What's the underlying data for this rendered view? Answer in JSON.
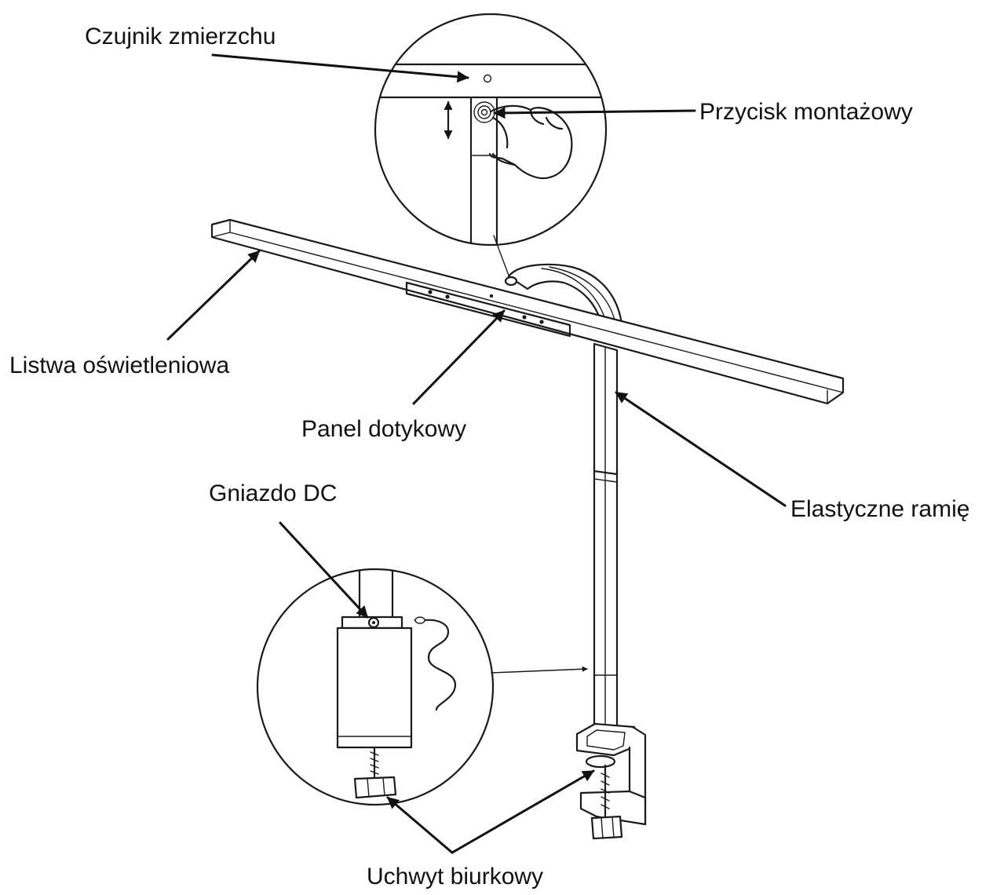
{
  "labels": {
    "sensor": "Czujnik zmierzchu",
    "mount_button": "Przycisk montażowy",
    "light_bar": "Listwa oświetleniowa",
    "touch_panel": "Panel dotykowy",
    "flexible_arm": "Elastyczne ramię",
    "dc_socket": "Gniazdo DC",
    "desk_clamp": "Uchwyt biurkowy"
  }
}
